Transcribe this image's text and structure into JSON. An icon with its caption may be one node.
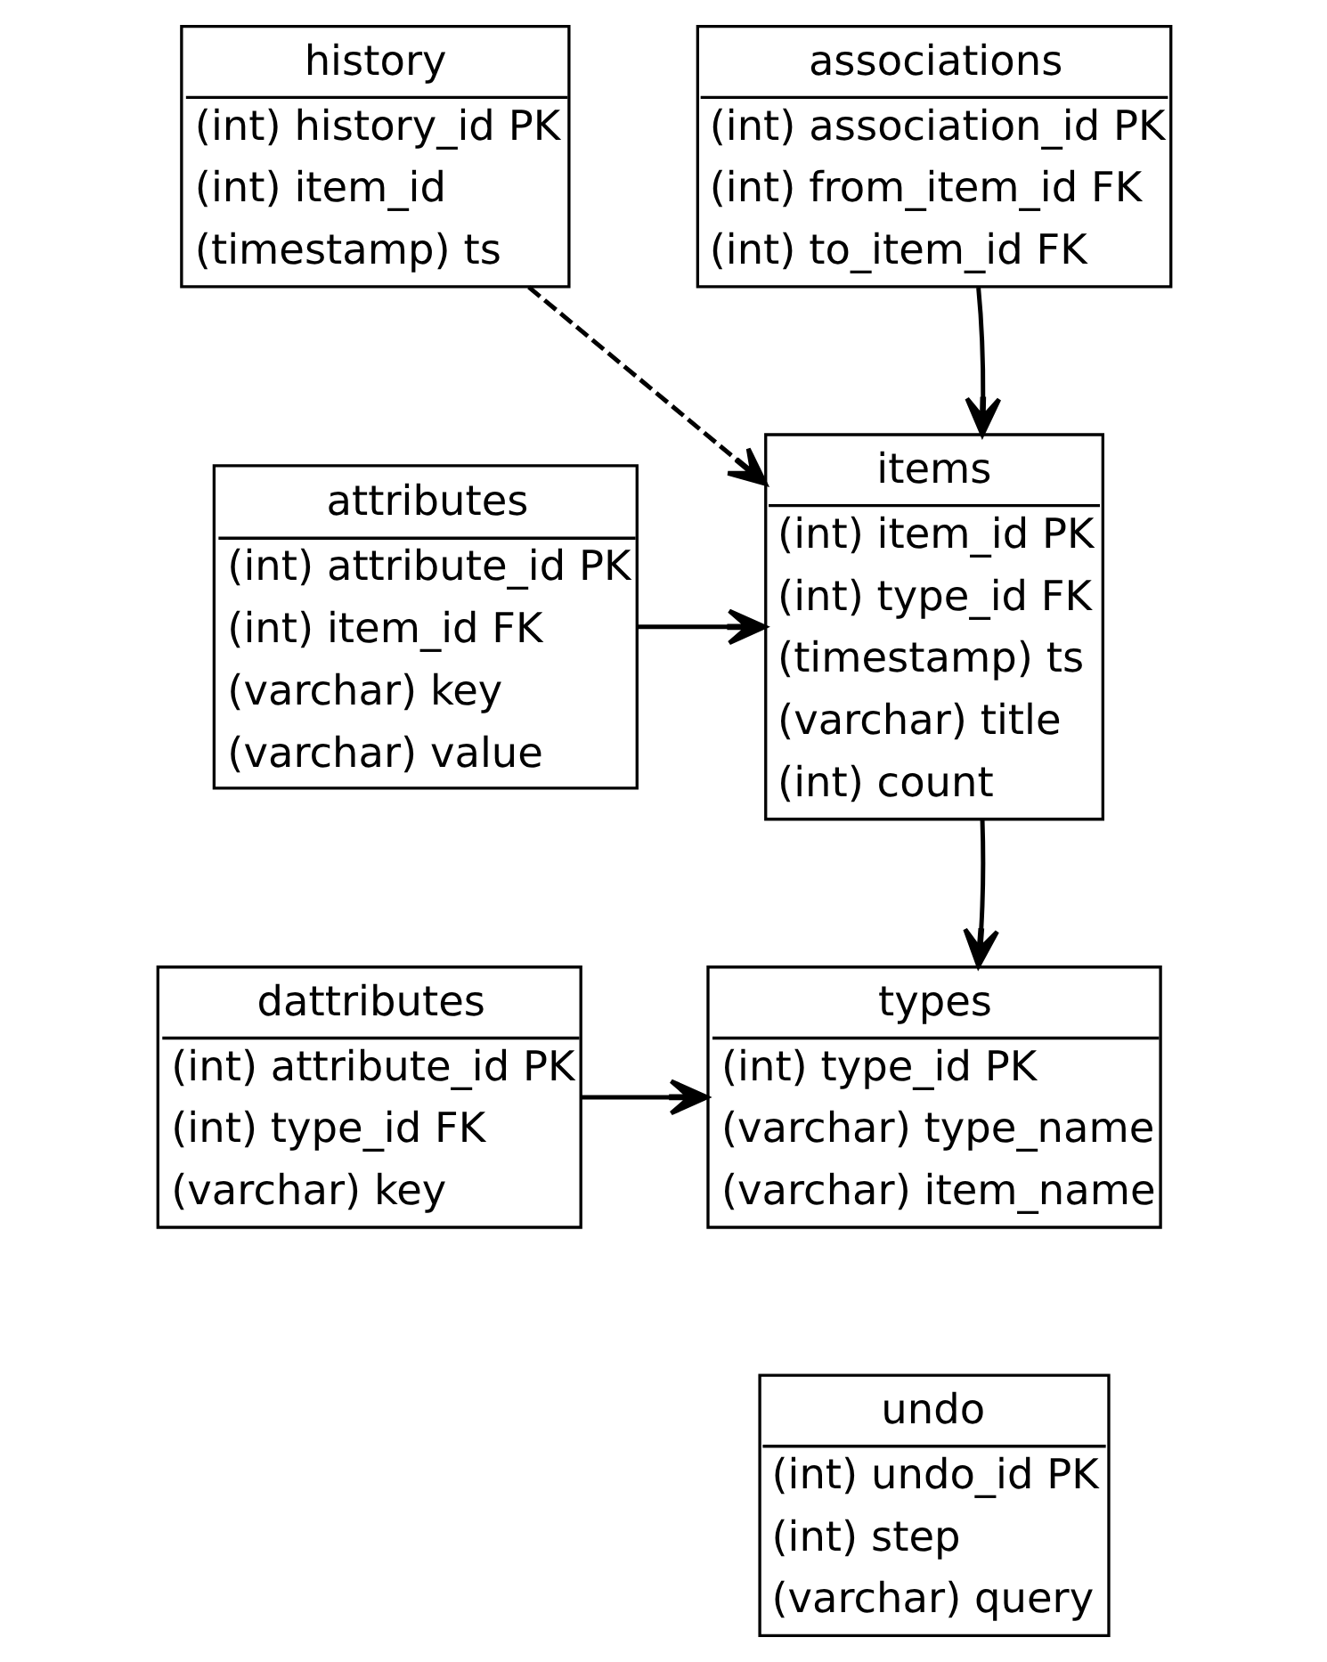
{
  "diagram": {
    "nodes": [
      {
        "text": [
          "history",
          "(int) history_id PK",
          "(int) item_id",
          "(timestamp) ts"
        ]
      },
      {
        "text": [
          "associations",
          "(int) association_id PK",
          "(int) from_item_id FK",
          "(int) to_item_id FK"
        ]
      },
      {
        "text": [
          "attributes",
          "(int) attribute_id PK",
          "(int) item_id FK",
          "(varchar) key",
          "(varchar) value"
        ]
      },
      {
        "text": [
          "items",
          "(int) item_id PK",
          "(int) type_id FK",
          "(timestamp) ts",
          "(varchar) title",
          "(int) count"
        ]
      },
      {
        "text": [
          "dattributes",
          "(int) attribute_id PK",
          "(int) type_id FK",
          "(varchar) key"
        ]
      },
      {
        "text": [
          "types",
          "(int) type_id PK",
          "(varchar) type_name",
          "(varchar) item_name"
        ]
      },
      {
        "text": [
          "undo",
          "(int) undo_id PK",
          "(int) step",
          "(varchar) query"
        ]
      }
    ],
    "edges": [
      {
        "from": 0,
        "to": 3,
        "arrow": "to",
        "style": "dashed"
      },
      {
        "from": 1,
        "to": 3,
        "arrow": "to"
      },
      {
        "from": 2,
        "to": 3,
        "arrow": "to"
      },
      {
        "from": 3,
        "to": 5,
        "arrow": "to"
      },
      {
        "from": 4,
        "to": 5,
        "arrow": "to"
      }
    ]
  }
}
